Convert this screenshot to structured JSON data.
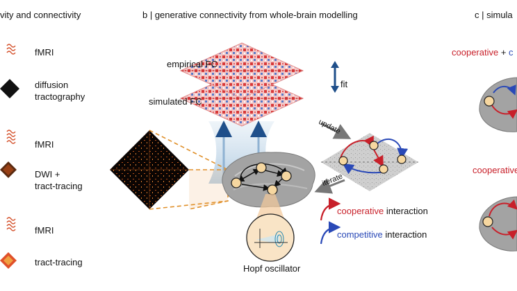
{
  "panel_a": {
    "header": "vity and connectivity",
    "items": [
      {
        "label": "fMRI"
      },
      {
        "label": "diffusion\ntractography"
      },
      {
        "label": "fMRI"
      },
      {
        "label": "DWI +\ntract-tracing"
      },
      {
        "label": "fMRI"
      },
      {
        "label": "tract-tracing"
      }
    ]
  },
  "panel_b": {
    "header": "b | generative connectivity from whole-brain modelling",
    "empirical_fc": "empirical FC",
    "simulated_fc": "simulated FC",
    "fit": "fit",
    "update": "update",
    "iterate": "iterate",
    "hopf": "Hopf oscillator",
    "legend": {
      "cooperative_word": "cooperative",
      "competitive_word": "competitive",
      "interaction": " interaction"
    }
  },
  "panel_c": {
    "header": "c | simula",
    "top_label_red": "cooperative",
    "top_label_plus": " + ",
    "top_label_blue": "c",
    "mid_label_red": "cooperative"
  },
  "colors": {
    "cooperative": "#c8202a",
    "competitive": "#2a49b7",
    "node_fill": "#f6d7a0",
    "brain": "#9c9c9c"
  }
}
